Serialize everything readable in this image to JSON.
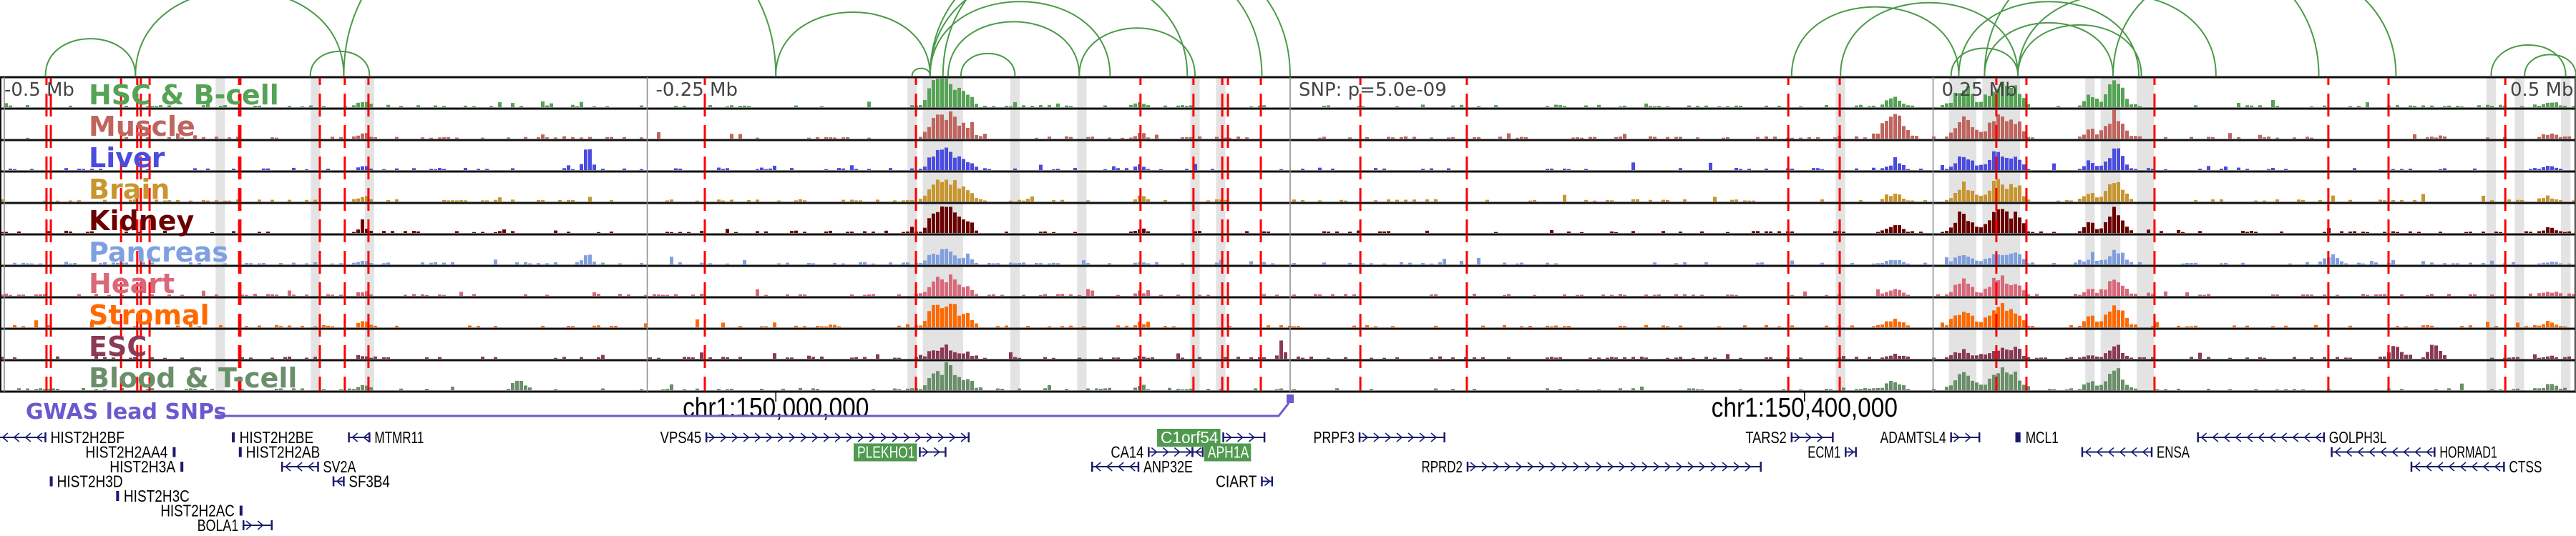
{
  "chart_data": {
    "type": "genome-browser-tracks",
    "axis": {
      "unit": "Mb offset from lead SNP",
      "range": [
        -0.5,
        0.5
      ],
      "tick_labels": [
        {
          "pos": -0.5,
          "label": "-0.5 Mb"
        },
        {
          "pos": -0.25,
          "label": "-0.25 Mb"
        },
        {
          "pos": 0,
          "label": "SNP: p=5.0e-09"
        },
        {
          "pos": 0.25,
          "label": "0.25 Mb"
        },
        {
          "pos": 0.5,
          "label": "0.5 Mb"
        }
      ],
      "coordinate_labels": [
        {
          "pos": -0.2,
          "label": "chr1:150,000,000"
        },
        {
          "pos": 0.2,
          "label": "chr1:150,400,000"
        }
      ]
    },
    "tracks": [
      {
        "name": "HSC & B-cell",
        "color": "#55a355",
        "gain": 1.0,
        "extra": []
      },
      {
        "name": "Muscle",
        "color": "#c0655e",
        "gain": 0.9,
        "extra": [
          [
            0.235,
            0.004,
            0.6
          ]
        ]
      },
      {
        "name": "Liver",
        "color": "#4b4be0",
        "gain": 0.7,
        "extra": [
          [
            -0.273,
            0.0015,
            0.9
          ]
        ]
      },
      {
        "name": "Brain",
        "color": "#c8952e",
        "gain": 0.8,
        "extra": []
      },
      {
        "name": "Kidney",
        "color": "#6b0000",
        "gain": 0.9,
        "extra": []
      },
      {
        "name": "Pancreas",
        "color": "#7fa0e0",
        "gain": 0.5,
        "extra": [
          [
            -0.273,
            0.0015,
            0.4
          ],
          [
            0.405,
            0.003,
            0.3
          ]
        ]
      },
      {
        "name": "Heart",
        "color": "#d9697a",
        "gain": 0.7,
        "extra": []
      },
      {
        "name": "Stromal",
        "color": "#ff6a00",
        "gain": 0.9,
        "extra": []
      },
      {
        "name": "ESC",
        "color": "#8b3a55",
        "gain": 0.4,
        "extra": [
          [
            -0.003,
            0.001,
            0.6
          ],
          [
            0.43,
            0.002,
            0.5
          ],
          [
            0.445,
            0.002,
            0.6
          ]
        ]
      },
      {
        "name": "Blood & T-cell",
        "color": "#6a8f6a",
        "gain": 0.8,
        "extra": [
          [
            -0.3,
            0.002,
            0.4
          ]
        ]
      }
    ],
    "shared_peaks": [
      [
        -0.133,
        0.004,
        1.0
      ],
      [
        -0.139,
        0.002,
        0.5
      ],
      [
        -0.125,
        0.002,
        0.4
      ],
      [
        0.262,
        0.003,
        0.8
      ],
      [
        0.276,
        0.004,
        0.9
      ],
      [
        0.283,
        0.002,
        0.5
      ],
      [
        0.321,
        0.003,
        1.0
      ],
      [
        -0.36,
        0.002,
        0.25
      ],
      [
        -0.058,
        0.002,
        0.2
      ],
      [
        0.235,
        0.003,
        0.35
      ],
      [
        0.311,
        0.002,
        0.4
      ],
      [
        0.49,
        0.003,
        0.2
      ]
    ],
    "red_lines": [
      -0.4836,
      -0.4819,
      -0.4546,
      -0.4483,
      -0.4469,
      -0.4435,
      -0.4087,
      -0.4082,
      -0.3773,
      -0.3676,
      -0.3584,
      -0.2276,
      -0.1455,
      -0.0582,
      -0.0376,
      -0.0264,
      -0.0242,
      -0.0114,
      0.0273,
      0.0687,
      0.1937,
      0.2137,
      0.2746,
      0.2863,
      0.3361,
      0.4037,
      0.4271,
      0.4725
    ],
    "grey_bands": [
      [
        -0.417,
        -0.415
      ],
      [
        -0.38,
        -0.378
      ],
      [
        -0.359,
        -0.357
      ],
      [
        -0.148,
        -0.146
      ],
      [
        -0.142,
        -0.128
      ],
      [
        -0.108,
        -0.106
      ],
      [
        -0.082,
        -0.08
      ],
      [
        -0.038,
        -0.036
      ],
      [
        -0.028,
        -0.026
      ],
      [
        0.213,
        0.215
      ],
      [
        0.257,
        0.266
      ],
      [
        0.27,
        0.283
      ],
      [
        0.31,
        0.312
      ],
      [
        0.316,
        0.322
      ],
      [
        0.33,
        0.332
      ],
      [
        0.333,
        0.335
      ],
      [
        0.466,
        0.468
      ],
      [
        0.477,
        0.479
      ],
      [
        0.495,
        0.497
      ]
    ],
    "arcs": [
      [
        -0.484,
        -0.449
      ],
      [
        -0.449,
        -0.368
      ],
      [
        -0.381,
        -0.358
      ],
      [
        -0.368,
        -0.2
      ],
      [
        -0.147,
        -0.14
      ],
      [
        -0.14,
        -0.07
      ],
      [
        -0.14,
        -0.04
      ],
      [
        -0.14,
        -0.011
      ],
      [
        -0.135,
        0.0
      ],
      [
        -0.128,
        -0.107
      ],
      [
        -0.082,
        -0.037
      ],
      [
        -0.133,
        -0.082
      ],
      [
        -0.2,
        -0.14
      ],
      [
        0.195,
        0.26
      ],
      [
        0.214,
        0.283
      ],
      [
        0.257,
        0.283
      ],
      [
        0.26,
        0.33
      ],
      [
        0.27,
        0.32
      ],
      [
        0.283,
        0.331
      ],
      [
        0.27,
        0.4
      ],
      [
        0.32,
        0.43
      ],
      [
        0.283,
        0.36
      ],
      [
        0.467,
        0.496
      ],
      [
        0.48,
        0.5
      ]
    ],
    "arc_color": "#4a9a4a"
  },
  "gwas": {
    "label": "GWAS lead SNPs",
    "snp_pos": 0.0,
    "color": "#6a5acd"
  },
  "genes": [
    {
      "name": "HIST2H2BF",
      "s": -0.502,
      "e": -0.484,
      "strand": "-",
      "row": 0,
      "side": "right"
    },
    {
      "name": "HIST2H2BE",
      "s": -0.4115,
      "e": -0.4105,
      "strand": "+",
      "row": 0,
      "side": "right",
      "box": true
    },
    {
      "name": "MTMR11",
      "s": -0.366,
      "e": -0.358,
      "strand": "-",
      "row": 0,
      "side": "right"
    },
    {
      "name": "VPS45",
      "s": -0.227,
      "e": -0.125,
      "strand": "+",
      "row": 0,
      "side": "left"
    },
    {
      "name": "C1orf54",
      "s": -0.026,
      "e": -0.01,
      "strand": "+",
      "row": 0,
      "side": "left",
      "hl": true
    },
    {
      "name": "PRPF3",
      "s": 0.027,
      "e": 0.06,
      "strand": "+",
      "row": 0,
      "side": "left"
    },
    {
      "name": "TARS2",
      "s": 0.195,
      "e": 0.211,
      "strand": "+",
      "row": 0,
      "side": "left"
    },
    {
      "name": "ADAMTSL4",
      "s": 0.257,
      "e": 0.268,
      "strand": "+",
      "row": 0,
      "side": "left"
    },
    {
      "name": "MCL1",
      "s": 0.282,
      "e": 0.284,
      "strand": "-",
      "row": 0,
      "side": "right",
      "box": true
    },
    {
      "name": "GOLPH3L",
      "s": 0.353,
      "e": 0.402,
      "strand": "-",
      "row": 0,
      "side": "right"
    },
    {
      "name": "HIST2H2AA4",
      "s": -0.4345,
      "e": -0.4338,
      "strand": "+",
      "row": 1,
      "side": "left",
      "box": true
    },
    {
      "name": "HIST2H2AB",
      "s": -0.4088,
      "e": -0.4083,
      "strand": "+",
      "row": 1,
      "side": "right",
      "box": true
    },
    {
      "name": "PLEKHO1",
      "s": -0.144,
      "e": -0.134,
      "strand": "+",
      "row": 1,
      "side": "left",
      "hl": true
    },
    {
      "name": "CA14",
      "s": -0.055,
      "e": -0.038,
      "strand": "+",
      "row": 1,
      "side": "left"
    },
    {
      "name": "APH1A",
      "s": -0.038,
      "e": -0.034,
      "strand": "-",
      "row": 1,
      "side": "right",
      "hl": true
    },
    {
      "name": "ECM1",
      "s": 0.216,
      "e": 0.22,
      "strand": "+",
      "row": 1,
      "side": "left"
    },
    {
      "name": "ENSA",
      "s": 0.308,
      "e": 0.335,
      "strand": "-",
      "row": 1,
      "side": "right"
    },
    {
      "name": "HORMAD1",
      "s": 0.405,
      "e": 0.445,
      "strand": "-",
      "row": 1,
      "side": "right"
    },
    {
      "name": "HIST2H3A",
      "s": -0.4315,
      "e": -0.4305,
      "strand": "+",
      "row": 2,
      "side": "left",
      "box": true
    },
    {
      "name": "SV2A",
      "s": -0.392,
      "e": -0.378,
      "strand": "-",
      "row": 2,
      "side": "right"
    },
    {
      "name": "ANP32E",
      "s": -0.077,
      "e": -0.059,
      "strand": "-",
      "row": 2,
      "side": "right"
    },
    {
      "name": "RPRD2",
      "s": 0.069,
      "e": 0.183,
      "strand": "+",
      "row": 2,
      "side": "left"
    },
    {
      "name": "CTSS",
      "s": 0.436,
      "e": 0.472,
      "strand": "-",
      "row": 2,
      "side": "right"
    },
    {
      "name": "HIST2H3D",
      "s": -0.4823,
      "e": -0.4818,
      "strand": "+",
      "row": 3,
      "side": "right",
      "box": true
    },
    {
      "name": "SF3B4",
      "s": -0.372,
      "e": -0.368,
      "strand": "-",
      "row": 3,
      "side": "right"
    },
    {
      "name": "CIART",
      "s": -0.011,
      "e": -0.007,
      "strand": "+",
      "row": 3,
      "side": "left"
    },
    {
      "name": "HIST2H3C",
      "s": -0.4565,
      "e": -0.4555,
      "strand": "+",
      "row": 4,
      "side": "right",
      "box": true
    },
    {
      "name": "HIST2H2AC",
      "s": -0.4085,
      "e": -0.408,
      "strand": "+",
      "row": 5,
      "side": "left",
      "box": true
    },
    {
      "name": "BOLA1",
      "s": -0.407,
      "e": -0.396,
      "strand": "+",
      "row": 6,
      "side": "left"
    }
  ],
  "gene_color": "#1a1a6e",
  "highlight_color": "#4f9a4f"
}
